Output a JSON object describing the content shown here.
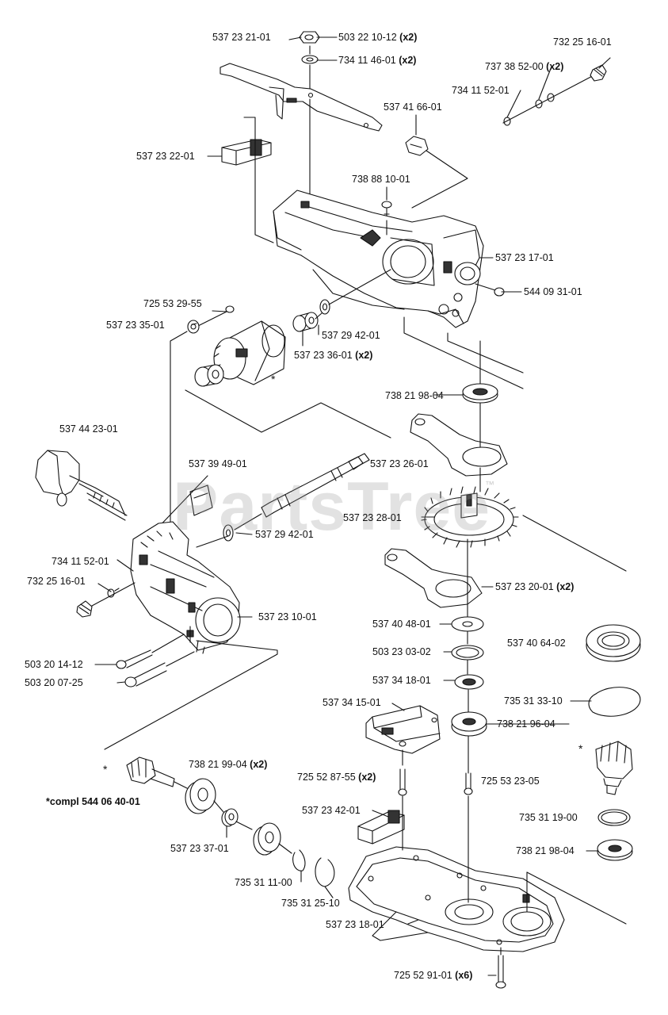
{
  "watermark": "PartsTree",
  "trademark": "™",
  "asterisk": "*",
  "labels": {
    "p1": {
      "num": "537 23 21-01",
      "qty": ""
    },
    "p2": {
      "num": "503 22 10-12",
      "qty": "(x2)"
    },
    "p3": {
      "num": "734 11 46-01",
      "qty": "(x2)"
    },
    "p4": {
      "num": "732 25 16-01",
      "qty": ""
    },
    "p5": {
      "num": "737 38 52-00",
      "qty": "(x2)"
    },
    "p6": {
      "num": "734 11 52-01",
      "qty": ""
    },
    "p7": {
      "num": "537 41 66-01",
      "qty": ""
    },
    "p8": {
      "num": "537 23 22-01",
      "qty": ""
    },
    "p9": {
      "num": "738 88 10-01",
      "qty": ""
    },
    "p10": {
      "num": "537 23 17-01",
      "qty": ""
    },
    "p11": {
      "num": "544 09 31-01",
      "qty": ""
    },
    "p12": {
      "num": "725 53 29-55",
      "qty": ""
    },
    "p13": {
      "num": "537 23 35-01",
      "qty": ""
    },
    "p14": {
      "num": "537 29 42-01",
      "qty": ""
    },
    "p15": {
      "num": "537 23 36-01",
      "qty": "(x2)"
    },
    "p16": {
      "num": "738 21 98-04",
      "qty": ""
    },
    "p17": {
      "num": "537 44 23-01",
      "qty": ""
    },
    "p18": {
      "num": "537 39 49-01",
      "qty": ""
    },
    "p19": {
      "num": "537 23 26-01",
      "qty": ""
    },
    "p20": {
      "num": "537 23 28-01",
      "qty": ""
    },
    "p21": {
      "num": "537 29 42-01",
      "qty": ""
    },
    "p22": {
      "num": "734 11 52-01",
      "qty": ""
    },
    "p23": {
      "num": "732 25 16-01",
      "qty": ""
    },
    "p24": {
      "num": "537 23 20-01",
      "qty": "(x2)"
    },
    "p25": {
      "num": "537 23 10-01",
      "qty": ""
    },
    "p26": {
      "num": "537 40 48-01",
      "qty": ""
    },
    "p27": {
      "num": "537 40 64-02",
      "qty": ""
    },
    "p28": {
      "num": "503 20 14-12",
      "qty": ""
    },
    "p29": {
      "num": "503 23 03-02",
      "qty": ""
    },
    "p30": {
      "num": "503 20 07-25",
      "qty": ""
    },
    "p31": {
      "num": "537 34 18-01",
      "qty": ""
    },
    "p32": {
      "num": "735 31 33-10",
      "qty": ""
    },
    "p33": {
      "num": "537 34 15-01",
      "qty": ""
    },
    "p34": {
      "num": "738 21 96-04",
      "qty": ""
    },
    "p35": {
      "num": "738 21 99-04",
      "qty": "(x2)"
    },
    "p36": {
      "num": "725 52 87-55",
      "qty": "(x2)"
    },
    "p37": {
      "num": "725 53 23-05",
      "qty": ""
    },
    "p38": {
      "num": "*compl 544 06 40-01",
      "qty": ""
    },
    "p39": {
      "num": "537 23 42-01",
      "qty": ""
    },
    "p40": {
      "num": "735 31 19-00",
      "qty": ""
    },
    "p41": {
      "num": "537 23 37-01",
      "qty": ""
    },
    "p42": {
      "num": "738 21 98-04",
      "qty": ""
    },
    "p43": {
      "num": "735 31 11-00",
      "qty": ""
    },
    "p44": {
      "num": "735 31 25-10",
      "qty": ""
    },
    "p45": {
      "num": "537 23 18-01",
      "qty": ""
    },
    "p46": {
      "num": "725 52 91-01",
      "qty": "(x6)"
    }
  }
}
